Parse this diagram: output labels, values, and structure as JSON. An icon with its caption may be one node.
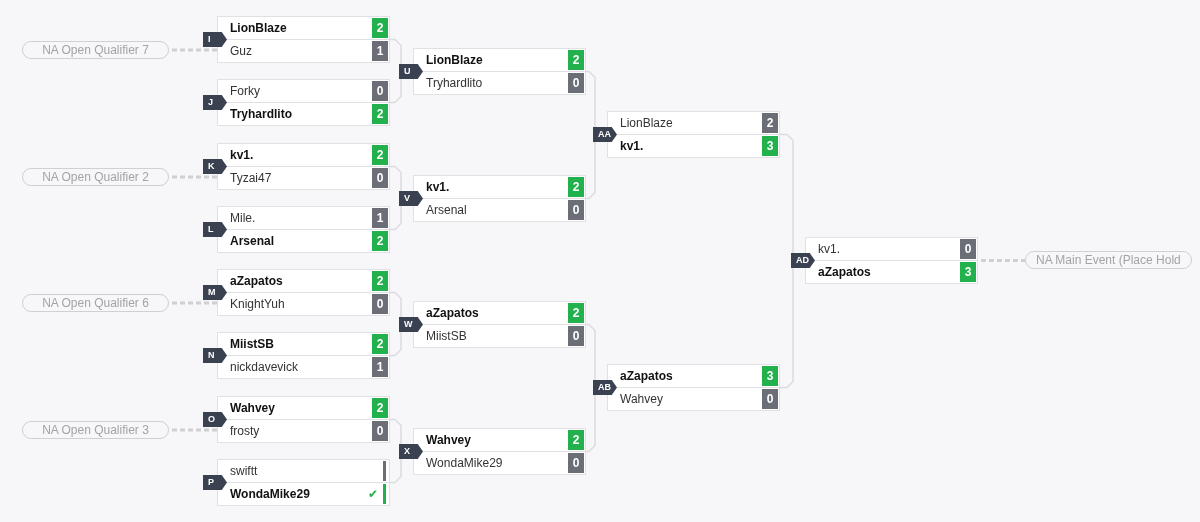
{
  "diagram": {
    "nodes": [
      {
        "text": [
          "NA Open Qualifier 7"
        ]
      },
      {
        "text": [
          "NA Open Qualifier 2"
        ]
      },
      {
        "text": [
          "NA Open Qualifier 6"
        ]
      },
      {
        "text": [
          "NA Open Qualifier 3"
        ]
      },
      {
        "text": [
          "I"
        ]
      },
      {
        "text": [
          "LionBlaze",
          "2"
        ],
        "in": 4
      },
      {
        "text": [
          "Guz",
          "1"
        ],
        "in": 4
      },
      {
        "text": [
          "J"
        ]
      },
      {
        "text": [
          "Forky",
          "0"
        ],
        "in": 7
      },
      {
        "text": [
          "Tryhardlito",
          "2"
        ],
        "in": 7
      },
      {
        "text": [
          "K"
        ]
      },
      {
        "text": [
          "kv1.",
          "2"
        ],
        "in": 10
      },
      {
        "text": [
          "Tyzai47",
          "0"
        ],
        "in": 10
      },
      {
        "text": [
          "L"
        ]
      },
      {
        "text": [
          "Mile.",
          "1"
        ],
        "in": 13
      },
      {
        "text": [
          "Arsenal",
          "2"
        ],
        "in": 13
      },
      {
        "text": [
          "M"
        ]
      },
      {
        "text": [
          "aZapatos",
          "2"
        ],
        "in": 16
      },
      {
        "text": [
          "KnightYuh",
          "0"
        ],
        "in": 16
      },
      {
        "text": [
          "N"
        ]
      },
      {
        "text": [
          "MiistSB",
          "2"
        ],
        "in": 19
      },
      {
        "text": [
          "nickdavevick",
          "1"
        ],
        "in": 19
      },
      {
        "text": [
          "O"
        ]
      },
      {
        "text": [
          "Wahvey",
          "2"
        ],
        "in": 22
      },
      {
        "text": [
          "frosty",
          "0"
        ],
        "in": 22
      },
      {
        "text": [
          "P"
        ]
      },
      {
        "text": [
          "swiftt"
        ],
        "in": 25
      },
      {
        "text": [
          "WondaMike29",
          "✔"
        ],
        "in": 25
      },
      {
        "text": [
          "U"
        ]
      },
      {
        "text": [
          "LionBlaze",
          "2"
        ],
        "in": 28
      },
      {
        "text": [
          "Tryhardlito",
          "0"
        ],
        "in": 28
      },
      {
        "text": [
          "V"
        ]
      },
      {
        "text": [
          "kv1.",
          "2"
        ],
        "in": 31
      },
      {
        "text": [
          "Arsenal",
          "0"
        ],
        "in": 31
      },
      {
        "text": [
          "W"
        ]
      },
      {
        "text": [
          "aZapatos",
          "2"
        ],
        "in": 34
      },
      {
        "text": [
          "MiistSB",
          "0"
        ],
        "in": 34
      },
      {
        "text": [
          "X"
        ]
      },
      {
        "text": [
          "Wahvey",
          "2"
        ],
        "in": 37
      },
      {
        "text": [
          "WondaMike29",
          "0"
        ],
        "in": 37
      },
      {
        "text": [
          "AA"
        ]
      },
      {
        "text": [
          "LionBlaze",
          "2"
        ],
        "in": 40
      },
      {
        "text": [
          "kv1.",
          "3"
        ],
        "in": 40
      },
      {
        "text": [
          "AB"
        ]
      },
      {
        "text": [
          "aZapatos",
          "3"
        ],
        "in": 43
      },
      {
        "text": [
          "Wahvey",
          "0"
        ],
        "in": 43
      },
      {
        "text": [
          "AD"
        ]
      },
      {
        "text": [
          "kv1.",
          "0"
        ],
        "in": 46
      },
      {
        "text": [
          "aZapatos",
          "3"
        ],
        "in": 46
      },
      {
        "text": [
          "NA Main Event (Place Hold"
        ]
      }
    ],
    "edges": [
      {
        "from": 0,
        "to": 4,
        "arrow": "none",
        "style": "dashed"
      },
      {
        "from": 1,
        "to": 10,
        "arrow": "none",
        "style": "dashed"
      },
      {
        "from": 2,
        "to": 16,
        "arrow": "none",
        "style": "dashed"
      },
      {
        "from": 3,
        "to": 22,
        "arrow": "none",
        "style": "dashed"
      },
      {
        "from": 4,
        "to": 28,
        "arrow": "none"
      },
      {
        "from": 7,
        "to": 28,
        "arrow": "none"
      },
      {
        "from": 10,
        "to": 31,
        "arrow": "none"
      },
      {
        "from": 13,
        "to": 31,
        "arrow": "none"
      },
      {
        "from": 16,
        "to": 34,
        "arrow": "none"
      },
      {
        "from": 19,
        "to": 34,
        "arrow": "none"
      },
      {
        "from": 22,
        "to": 37,
        "arrow": "none"
      },
      {
        "from": 25,
        "to": 37,
        "arrow": "none"
      },
      {
        "from": 28,
        "to": 40,
        "arrow": "none"
      },
      {
        "from": 31,
        "to": 40,
        "arrow": "none"
      },
      {
        "from": 34,
        "to": 43,
        "arrow": "none"
      },
      {
        "from": 37,
        "to": 43,
        "arrow": "none"
      },
      {
        "from": 40,
        "to": 46,
        "arrow": "none"
      },
      {
        "from": 43,
        "to": 46,
        "arrow": "none"
      },
      {
        "from": 46,
        "to": 49,
        "arrow": "none",
        "style": "dashed"
      }
    ]
  }
}
